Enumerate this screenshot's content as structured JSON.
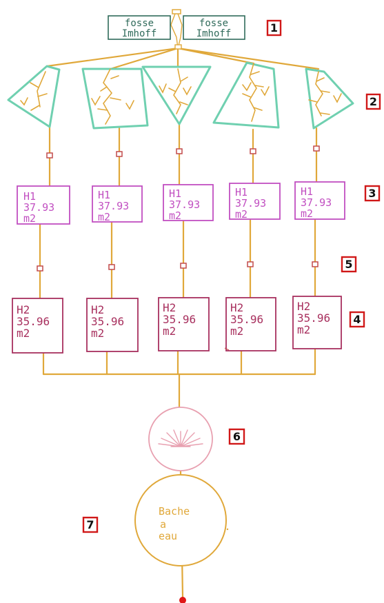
{
  "imhoff": [
    {
      "line1": "fosse",
      "line2": "Imhoff"
    },
    {
      "line1": "fosse",
      "line2": "Imhoff"
    }
  ],
  "h1_boxes": [
    {
      "name": "H1",
      "area": "37.93",
      "unit": "m2"
    },
    {
      "name": "H1",
      "area": "37.93",
      "unit": "m2"
    },
    {
      "name": "H1",
      "area": "37.93",
      "unit": "m2"
    },
    {
      "name": "H1",
      "area": "37.93",
      "unit": "m2"
    },
    {
      "name": "H1",
      "area": "37.93",
      "unit": "m2"
    }
  ],
  "h2_boxes": [
    {
      "name": "H2",
      "area": "35.96",
      "unit": "m2"
    },
    {
      "name": "H2",
      "area": "35.96",
      "unit": "m2"
    },
    {
      "name": "H2",
      "area": "35.96",
      "unit": "m2"
    },
    {
      "name": "H2",
      "area": "35.96",
      "unit": "m2"
    },
    {
      "name": "H2",
      "area": "35.96",
      "unit": "m2"
    }
  ],
  "tank": {
    "line1": "Bache",
    "line2": "a",
    "line3": "eau"
  },
  "markers": [
    "1",
    "2",
    "3",
    "4",
    "5",
    "6",
    "7"
  ],
  "colors": {
    "pipe": "#e0a83a",
    "imhoff": "#2f6a5a",
    "basin": "#6fd0b0",
    "h1": "#c14fc1",
    "h2": "#a8305e",
    "valve": "#c24a4a",
    "filter": "#e8a0b0",
    "tank": "#e0a83a",
    "marker": "#d01818",
    "outlet": "#e01818"
  }
}
